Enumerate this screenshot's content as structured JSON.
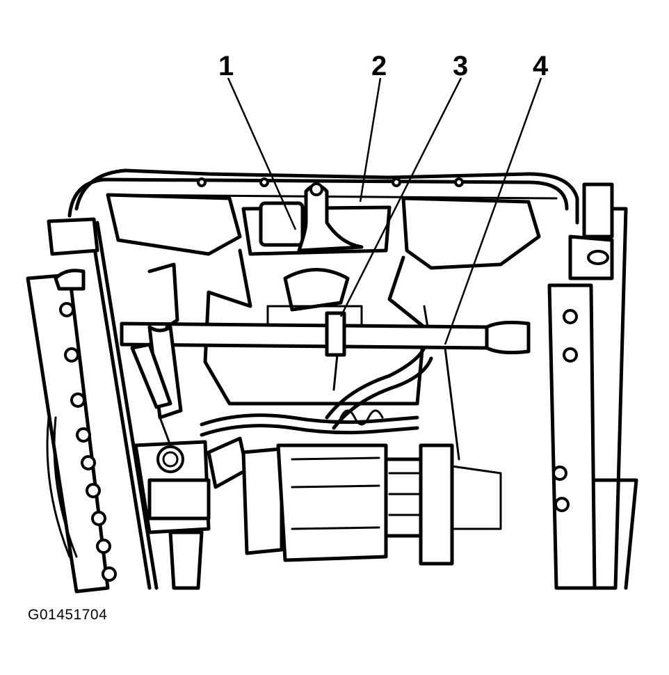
{
  "figure": {
    "id_label": "G01451704",
    "callouts": [
      {
        "number": "1"
      },
      {
        "number": "2"
      },
      {
        "number": "3"
      },
      {
        "number": "4"
      }
    ]
  }
}
